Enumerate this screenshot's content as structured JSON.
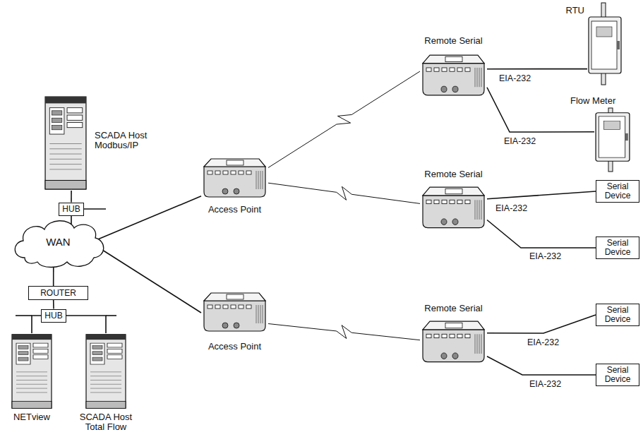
{
  "diagram": {
    "nodes": [
      {
        "text": [
          "SCADA Host Modbus/IP"
        ]
      },
      {
        "text": [
          "HUB"
        ]
      },
      {
        "text": [
          "WAN"
        ]
      },
      {
        "text": [
          "ROUTER"
        ]
      },
      {
        "text": [
          "HUB"
        ]
      },
      {
        "text": [
          "NETview"
        ]
      },
      {
        "text": [
          "SCADA Host Total Flow"
        ]
      },
      {
        "text": [
          "Access Point"
        ]
      },
      {
        "text": [
          "Access Point"
        ]
      },
      {
        "text": [
          "Remote Serial"
        ]
      },
      {
        "text": [
          "RTU"
        ]
      },
      {
        "text": [
          "Flow Meter"
        ]
      },
      {
        "text": [
          "Remote Serial"
        ]
      },
      {
        "text": [
          "Serial Device"
        ]
      },
      {
        "text": [
          "Serial Device"
        ]
      },
      {
        "text": [
          "Remote Serial"
        ]
      },
      {
        "text": [
          "Serial Device"
        ]
      },
      {
        "text": [
          "Serial Device"
        ]
      }
    ],
    "edges": [
      {
        "from": 0,
        "to": 1,
        "arrow": "none"
      },
      {
        "from": 1,
        "to": 2,
        "arrow": "none"
      },
      {
        "from": 2,
        "to": 3,
        "arrow": "none"
      },
      {
        "from": 3,
        "to": 4,
        "arrow": "none"
      },
      {
        "from": 4,
        "to": 5,
        "arrow": "none"
      },
      {
        "from": 4,
        "to": 6,
        "arrow": "none"
      },
      {
        "from": 2,
        "to": 7,
        "arrow": "none"
      },
      {
        "from": 2,
        "to": 8,
        "arrow": "none"
      },
      {
        "from": 7,
        "to": 9,
        "arrow": "none"
      },
      {
        "from": 7,
        "to": 12,
        "arrow": "none"
      },
      {
        "from": 8,
        "to": 15,
        "arrow": "none"
      },
      {
        "from": 9,
        "to": 10,
        "label": "EIA-232",
        "arrow": "none"
      },
      {
        "from": 9,
        "to": 11,
        "label": "EIA-232",
        "arrow": "none"
      },
      {
        "from": 12,
        "to": 13,
        "label": "EIA-232",
        "arrow": "none"
      },
      {
        "from": 12,
        "to": 14,
        "label": "EIA-232",
        "arrow": "none"
      },
      {
        "from": 15,
        "to": 16,
        "label": "EIA-232",
        "arrow": "none"
      },
      {
        "from": 15,
        "to": 17,
        "label": "EIA-232",
        "arrow": "none"
      }
    ]
  }
}
